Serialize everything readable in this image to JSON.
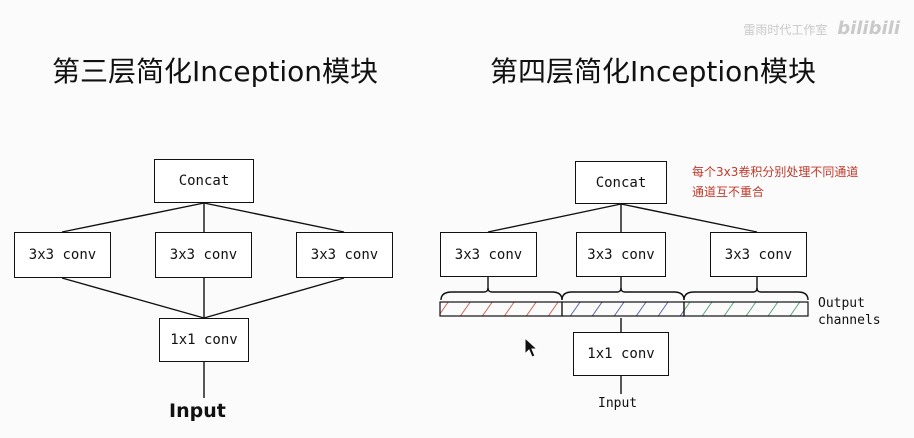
{
  "left": {
    "title": "第三层简化Inception模块",
    "concat": "Concat",
    "convs": [
      "3x3 conv",
      "3x3 conv",
      "3x3 conv"
    ],
    "one_by_one": "1x1 conv",
    "input": "Input"
  },
  "right": {
    "title": "第四层简化Inception模块",
    "concat": "Concat",
    "convs": [
      "3x3 conv",
      "3x3 conv",
      "3x3 conv"
    ],
    "one_by_one": "1x1 conv",
    "input": "Input",
    "output_channels": [
      "Output",
      "channels"
    ],
    "annotation": [
      "每个3x3卷积分别处理不同通道",
      "通道互不重合"
    ],
    "channel_colors": [
      "#c0392b",
      "#2e3a8c",
      "#2e8b57"
    ]
  },
  "watermark": {
    "text": "雷雨时代工作室",
    "logo": "bilibili"
  }
}
